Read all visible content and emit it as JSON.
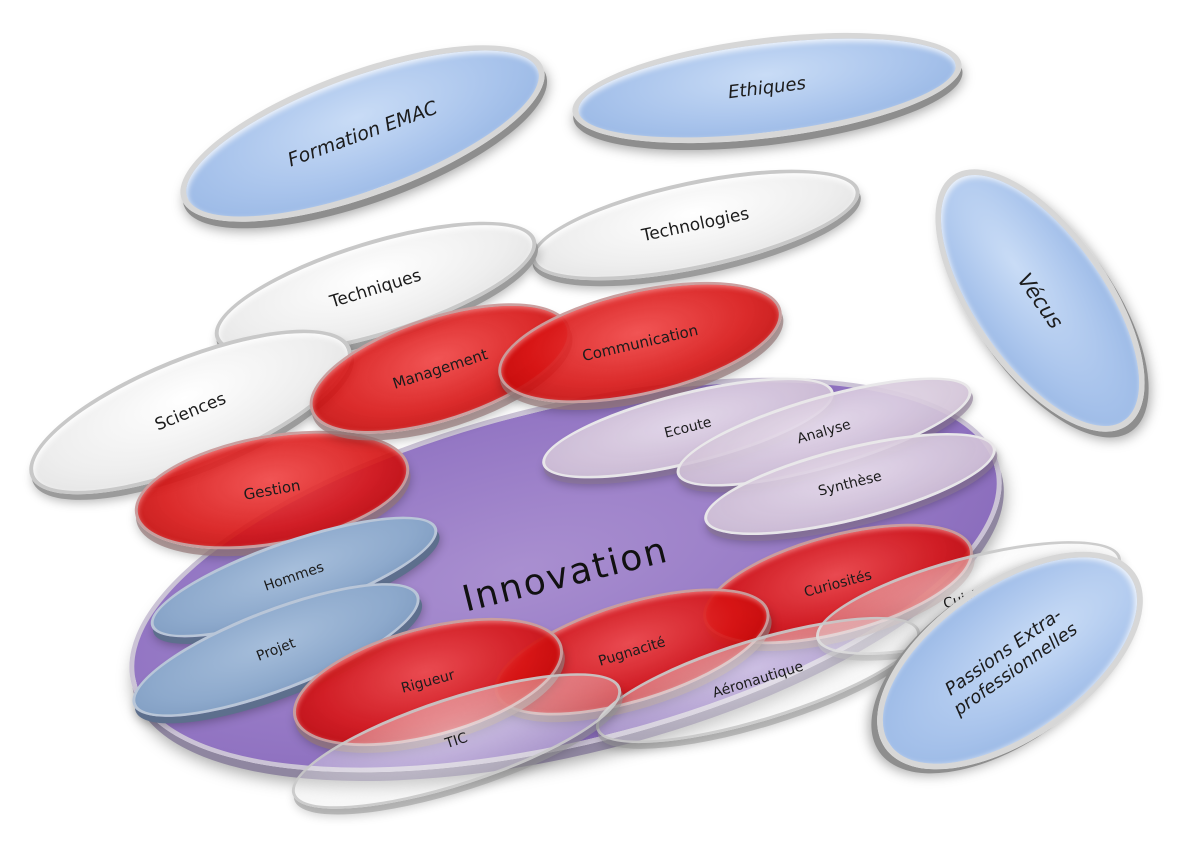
{
  "ovals": [
    {
      "id": "innovation",
      "label": "Innovation",
      "style": "purple",
      "italic": false
    },
    {
      "id": "formation-emac",
      "label": "Formation EMAC",
      "style": "blue",
      "italic": true
    },
    {
      "id": "ethiques",
      "label": "Ethiques",
      "style": "blue",
      "italic": true
    },
    {
      "id": "vecus",
      "label": "Vécus",
      "style": "blue",
      "italic": true
    },
    {
      "id": "technologies",
      "label": "Technologies",
      "style": "white",
      "italic": false
    },
    {
      "id": "techniques",
      "label": "Techniques",
      "style": "white",
      "italic": false
    },
    {
      "id": "sciences",
      "label": "Sciences",
      "style": "white",
      "italic": false
    },
    {
      "id": "gestion",
      "label": "Gestion",
      "style": "red",
      "italic": false
    },
    {
      "id": "management",
      "label": "Management",
      "style": "red",
      "italic": false
    },
    {
      "id": "communication",
      "label": "Communication",
      "style": "red",
      "italic": false
    },
    {
      "id": "ecoute",
      "label": "Ecoute",
      "style": "mauve",
      "italic": false
    },
    {
      "id": "analyse",
      "label": "Analyse",
      "style": "mauve",
      "italic": false
    },
    {
      "id": "synthese",
      "label": "Synthèse",
      "style": "mauve",
      "italic": false
    },
    {
      "id": "hommes",
      "label": "Hommes",
      "style": "slate",
      "italic": false
    },
    {
      "id": "projet",
      "label": "Projet",
      "style": "slate",
      "italic": false
    },
    {
      "id": "curiosites",
      "label": "Curiosités",
      "style": "red",
      "italic": false
    },
    {
      "id": "pugnacite",
      "label": "Pugnacité",
      "style": "red",
      "italic": false
    },
    {
      "id": "rigueur",
      "label": "Rigueur",
      "style": "red",
      "italic": false
    },
    {
      "id": "cuisine",
      "label": "Cuisine",
      "style": "ghost",
      "italic": false
    },
    {
      "id": "aeronautique",
      "label": "Aéronautique",
      "style": "ghost",
      "italic": false
    },
    {
      "id": "tic",
      "label": "TIC",
      "style": "ghost",
      "italic": false
    },
    {
      "id": "passions",
      "label": "Passions Extra-\nprofessionnelles",
      "style": "blue",
      "italic": true
    }
  ]
}
